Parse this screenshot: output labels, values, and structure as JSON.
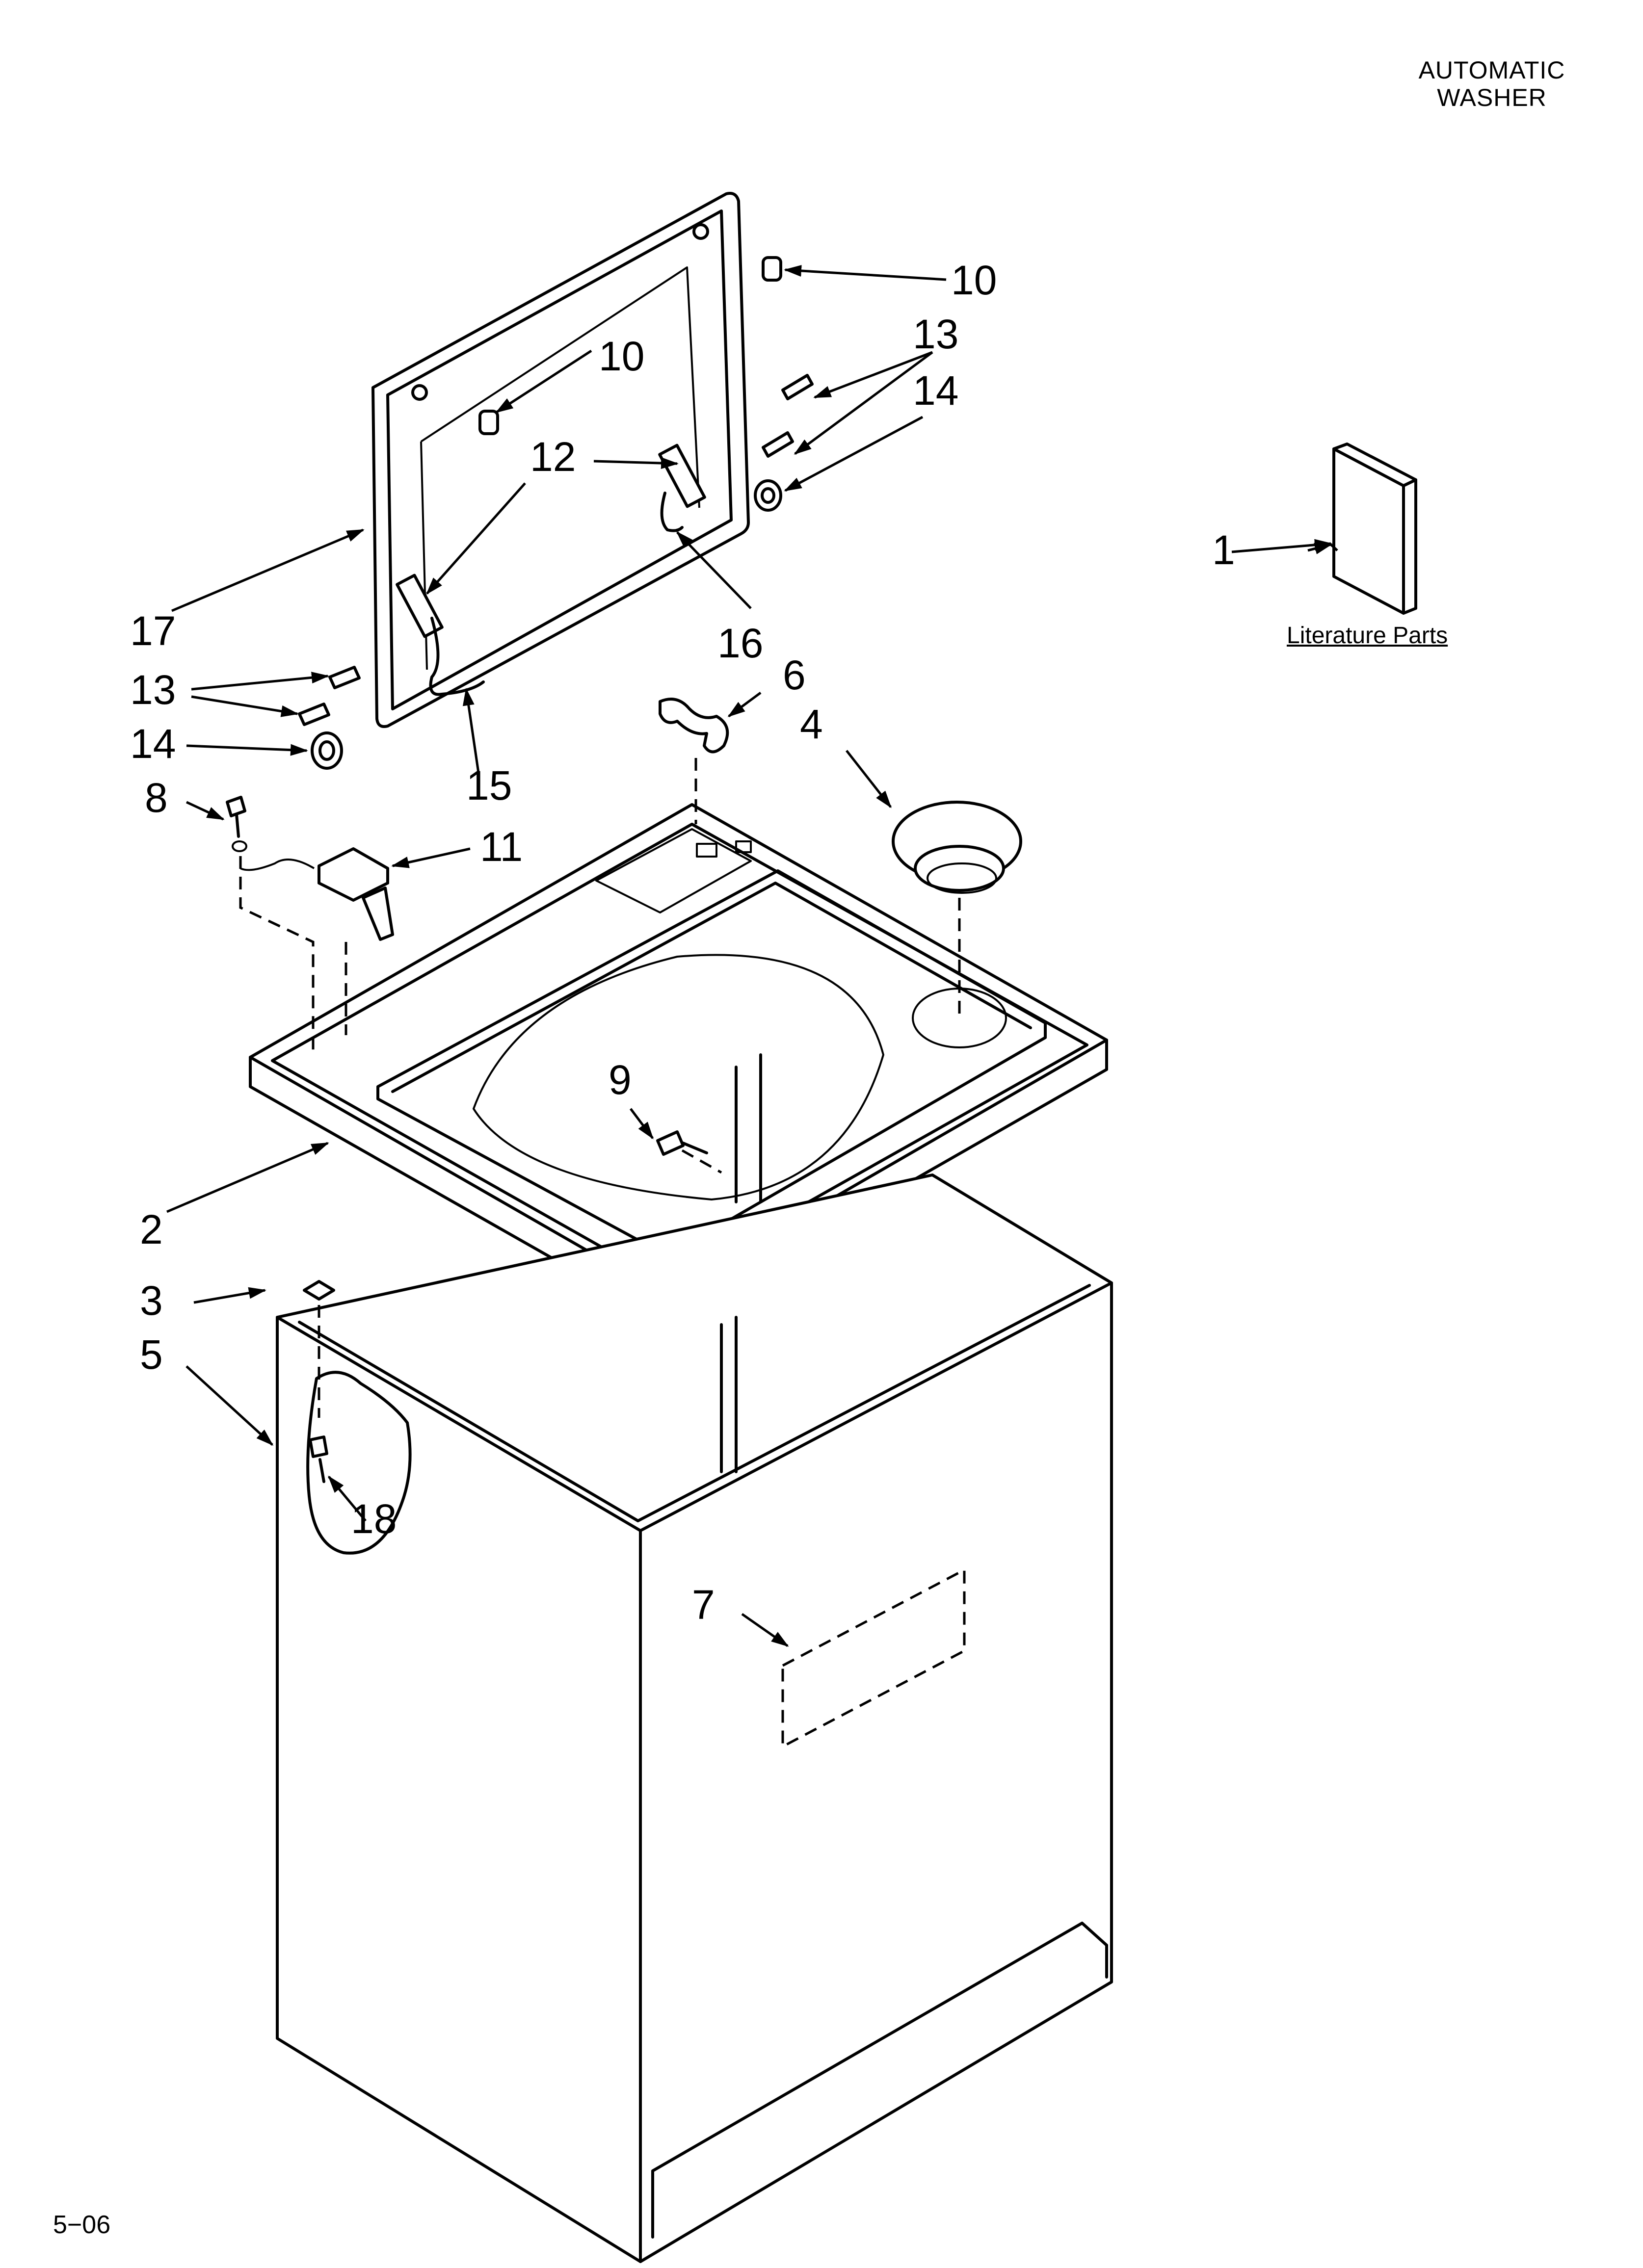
{
  "header": {
    "line1": "AUTOMATIC",
    "line2": "WASHER"
  },
  "literature": {
    "label": "Literature Parts"
  },
  "footer": {
    "page": "5−06"
  },
  "callouts": [
    "1",
    "2",
    "3",
    "4",
    "5",
    "6",
    "7",
    "8",
    "9",
    "10",
    "10",
    "11",
    "12",
    "13",
    "13",
    "14",
    "14",
    "15",
    "16",
    "17",
    "18"
  ]
}
